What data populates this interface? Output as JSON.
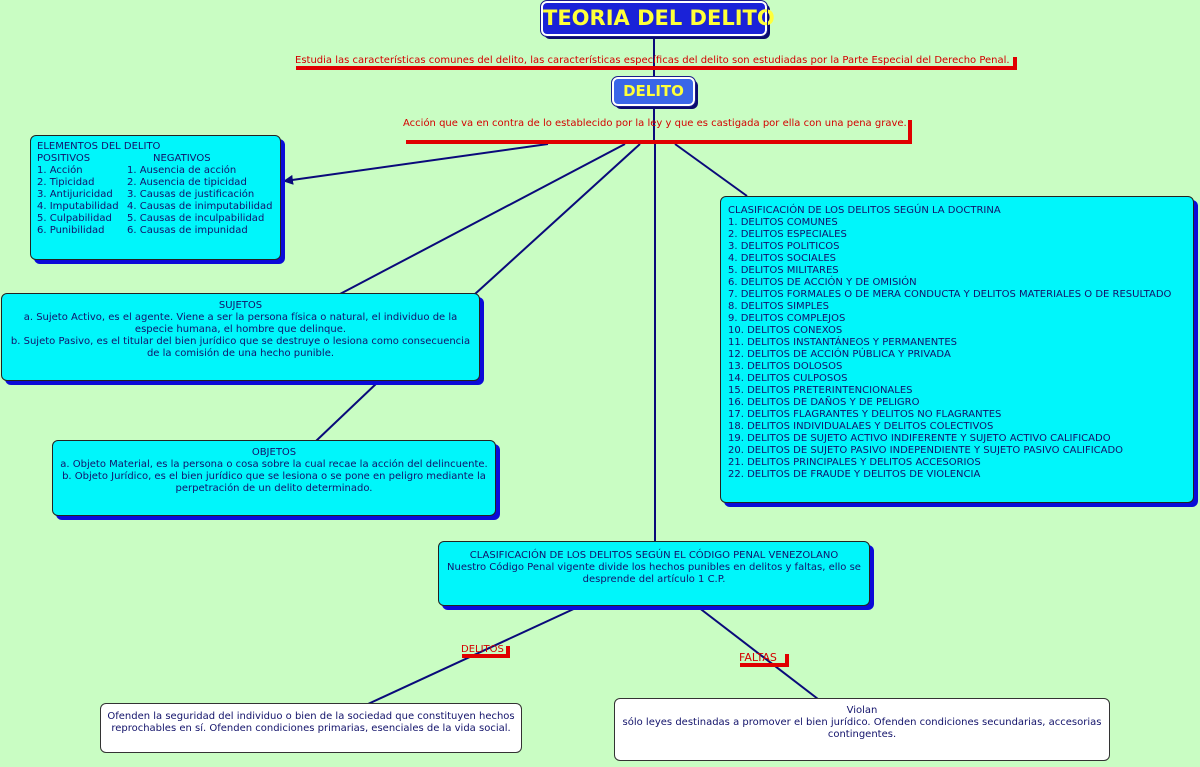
{
  "title": "TEORIA DEL DELITO",
  "title_desc": "Estudia las características comunes del delito, las características específicas del delito son estudiadas por la Parte Especial del Derecho Penal.",
  "delito": {
    "label": "DELITO",
    "desc": "Acción que va en contra de lo establecido por la ley y que es castigada por ella con una pena grave."
  },
  "elementos": {
    "heading": "ELEMENTOS DEL DELITO",
    "positivos_label": "POSITIVOS",
    "negativos_label": "NEGATIVOS",
    "positivos": [
      "1. Acción",
      "2. Tipicidad",
      "3. Antijuricidad",
      "4. Imputabilidad",
      "5. Culpabilidad",
      "6. Punibilidad"
    ],
    "negativos": [
      "1. Ausencia de acción",
      "2. Ausencia de tipicidad",
      "3. Causas de justificación",
      "4. Causas de inimputabilidad",
      "5. Causas de inculpabilidad",
      "6. Causas de impunidad"
    ]
  },
  "sujetos": {
    "heading": "SUJETOS",
    "lines": [
      "a. Sujeto Activo, es el agente. Viene a ser la persona física o natural, el individuo de la especie humana, el hombre que delinque.",
      "b. Sujeto Pasivo, es el titular del bien jurídico que se destruye o lesiona como consecuencia de la comisión de una hecho punible."
    ]
  },
  "objetos": {
    "heading": "OBJETOS",
    "lines": [
      "a. Objeto Material, es la persona o cosa sobre la cual recae la acción del delincuente.",
      "b. Objeto Jurídico, es el bien jurídico que se lesiona o se pone en peligro mediante la perpetración de un delito determinado."
    ]
  },
  "doctrina": {
    "heading": "CLASIFICACIÓN DE LOS DELITOS SEGÚN LA DOCTRINA",
    "items": [
      "1. DELITOS COMUNES",
      "2. DELITOS ESPECIALES",
      "3. DELITOS POLITICOS",
      "4. DELITOS SOCIALES",
      "5. DELITOS MILITARES",
      "6. DELITOS DE ACCIÓN Y DE OMISIÓN",
      "7. DELITOS FORMALES O DE MERA CONDUCTA Y DELITOS MATERIALES O DE RESULTADO",
      "8. DELITOS SIMPLES",
      "9. DELITOS COMPLEJOS",
      "10. DELITOS CONEXOS",
      "11. DELITOS INSTANTÁNEOS Y PERMANENTES",
      "12. DELITOS DE ACCIÓN PÚBLICA Y PRIVADA",
      "13. DELITOS DOLOSOS",
      "14. DELITOS CULPOSOS",
      "15. DELITOS PRETERINTENCIONALES",
      "16. DELITOS DE DAÑOS Y DE PELIGRO",
      "17. DELITOS FLAGRANTES Y DELITOS NO FLAGRANTES",
      "18. DELITOS INDIVIDUALAES Y DELITOS COLECTIVOS",
      "19. DELITOS DE SUJETO ACTIVO INDIFERENTE Y SUJETO ACTIVO CALIFICADO",
      "20. DELITOS DE SUJETO PASIVO INDEPENDIENTE Y SUJETO PASIVO CALIFICADO",
      "21. DELITOS PRINCIPALES Y DELITOS ACCESORIOS",
      "22. DELITOS DE FRAUDE Y DELITOS DE VIOLENCIA"
    ]
  },
  "codigo": {
    "heading": "CLASIFICACIÓN DE LOS DELITOS SEGÚN EL CÓDIGO PENAL VENEZOLANO",
    "text": "Nuestro Código Penal vigente divide los hechos punibles en delitos y faltas, ello se desprende del artículo 1 C.P."
  },
  "delitos_label": "DELITOS",
  "faltas_label": "FALTAS",
  "delitos_desc": "Ofenden la seguridad del individuo o bien de la sociedad que constituyen hechos reprochables en sí. Ofenden condiciones primarias, esenciales de la vida social.",
  "faltas": {
    "heading": "Violan",
    "text": "sólo leyes destinadas a promover el bien jurídico. Ofenden condiciones secundarias, accesorias contingentes."
  },
  "colors": {
    "background": "#c9fdc3",
    "box_fill": "#00f6fb",
    "box_shadow": "#0b0bd8",
    "connector": "#0a0a7a",
    "accent_red": "#e00000",
    "title_fill": "#1a22d8",
    "title_text": "#ffff3a"
  }
}
